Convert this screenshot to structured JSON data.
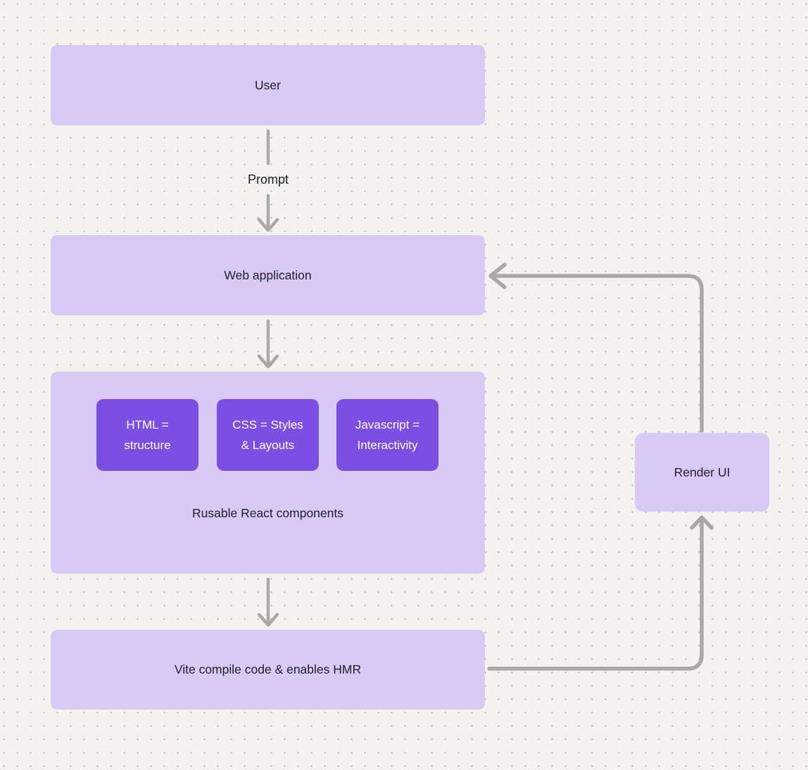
{
  "canvas": {
    "background_color": "#f3f2f0",
    "dot_color": "#c7c5c2",
    "node_fill_color": "#d8c9f6",
    "chip_fill_color": "#7c4fe4",
    "arrow_color": "#a9a8a6",
    "text_dark_color": "#21212a",
    "text_light_color": "#ffffff"
  },
  "nodes": {
    "user": {
      "label": "User"
    },
    "web_application": {
      "label": "Web application"
    },
    "components": {
      "caption": "Rusable React components",
      "chips": [
        {
          "label": "HTML =\nstructure"
        },
        {
          "label": "CSS = Styles\n& Layouts"
        },
        {
          "label": "Javascript =\nInteractivity"
        }
      ]
    },
    "vite": {
      "label": "Vite compile code & enables HMR"
    },
    "render_ui": {
      "label": "Render UI"
    }
  },
  "edges": {
    "prompt_label": "Prompt"
  }
}
